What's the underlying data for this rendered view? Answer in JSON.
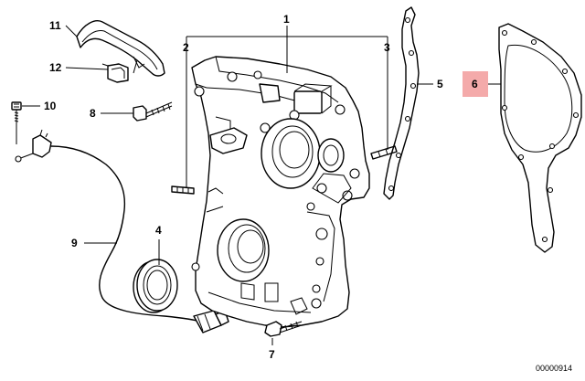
{
  "callouts": [
    {
      "id": "1",
      "label": "1"
    },
    {
      "id": "2",
      "label": "2"
    },
    {
      "id": "3",
      "label": "3"
    },
    {
      "id": "4",
      "label": "4"
    },
    {
      "id": "5",
      "label": "5"
    },
    {
      "id": "6",
      "label": "6",
      "highlighted": true
    },
    {
      "id": "7",
      "label": "7"
    },
    {
      "id": "8",
      "label": "8"
    },
    {
      "id": "9",
      "label": "9"
    },
    {
      "id": "10",
      "label": "10"
    },
    {
      "id": "11",
      "label": "11"
    },
    {
      "id": "12",
      "label": "12"
    }
  ],
  "highlight_color": "#f4aaaa",
  "reference_number": "00000914"
}
